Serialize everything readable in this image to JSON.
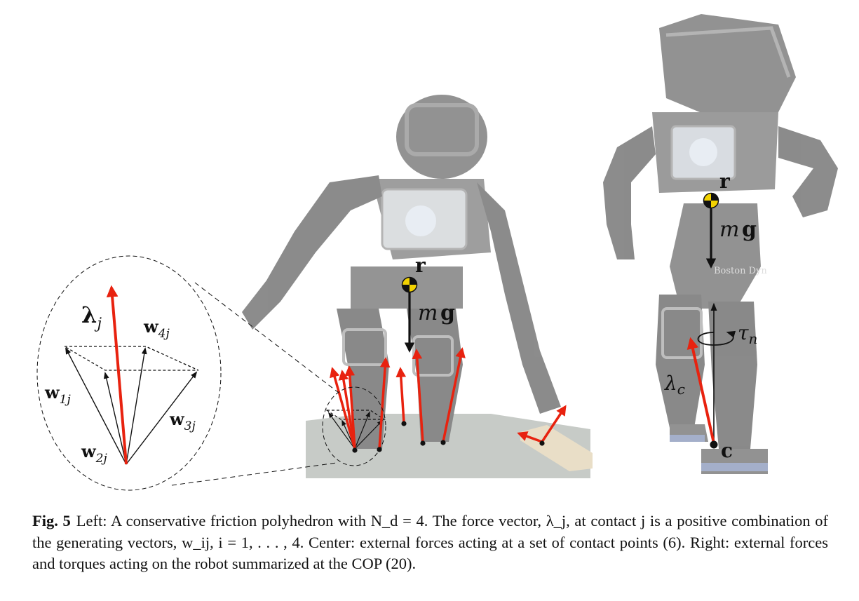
{
  "figure": {
    "left_panel": {
      "force_label_main": "λ",
      "force_label_sub": "j",
      "generators": [
        {
          "main": "w",
          "sub": "1j"
        },
        {
          "main": "w",
          "sub": "2j"
        },
        {
          "main": "w",
          "sub": "3j"
        },
        {
          "main": "w",
          "sub": "4j"
        }
      ]
    },
    "center_panel": {
      "com_label": "r",
      "gravity_label_m": "m",
      "gravity_label_g": "g"
    },
    "right_panel": {
      "com_label": "r",
      "gravity_label_m": "m",
      "gravity_label_g": "g",
      "torque_main": "τ",
      "torque_sub": "n",
      "force_main": "λ",
      "force_sub": "c",
      "cop_label": "c",
      "robot_logo_text": "Boston Dyn"
    },
    "colors": {
      "force_arrow": "#e8220f",
      "vector_arrow": "#111111",
      "com_marker_yellow": "#f2d200",
      "robot_body": "#2b2b2b",
      "robot_frame": "#8a8a8a"
    }
  },
  "caption": {
    "label": "Fig. 5",
    "text": "Left: A conservative friction polyhedron with N_d = 4. The force vector, λ_j, at contact j is a positive combination of the generating vectors, w_ij, i = 1, . . . , 4. Center: external forces acting at a set of contact points (6). Right: external forces and torques acting on the robot summarized at the COP (20)."
  }
}
